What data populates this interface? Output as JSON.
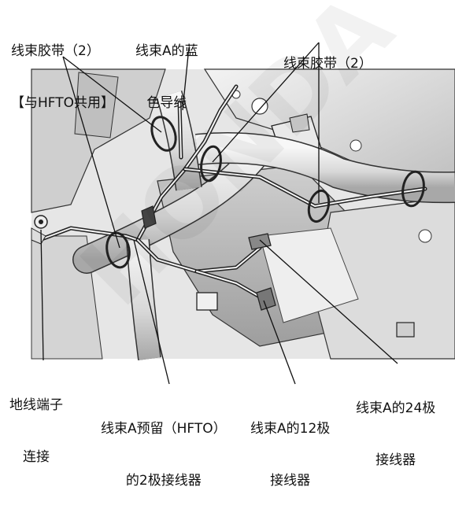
{
  "labels": {
    "ties_hfto": {
      "line1": "线束胶带（2）",
      "line2": "【与HFTO共用】"
    },
    "blue_wire": {
      "line1": "线束A的蓝",
      "line2": "色导线"
    },
    "ties_right": {
      "line1": "线束胶带（2）"
    },
    "ground": {
      "line1": "地线端子",
      "line2": "连接"
    },
    "reserved_2pin": {
      "line1": "线束A预留（HFTO）",
      "line2": "的2极接线器"
    },
    "conn_12": {
      "line1": "线束A的12极",
      "line2": "接线器"
    },
    "conn_24": {
      "line1": "线束A的24极",
      "line2": "接线器"
    }
  },
  "watermark": "HONDA"
}
